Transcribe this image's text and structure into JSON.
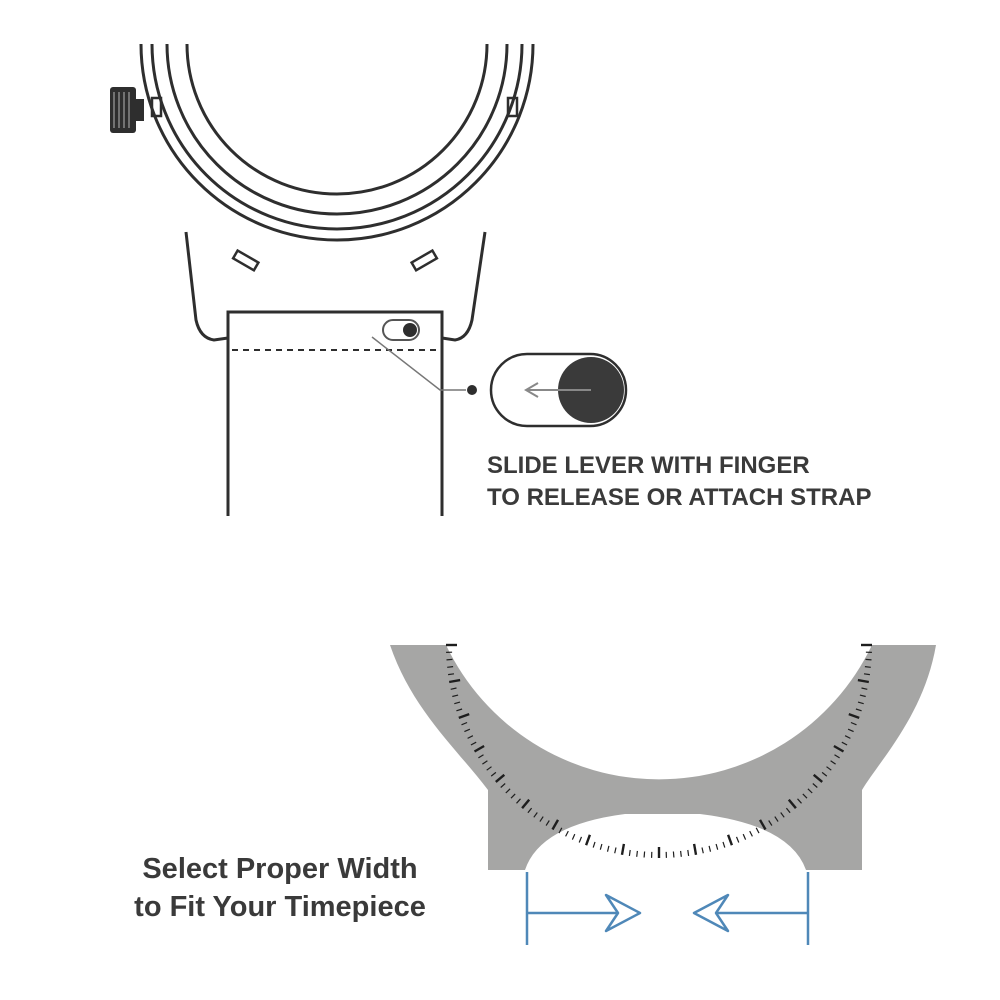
{
  "instructions": {
    "lever_line1": "SLIDE LEVER WITH FINGER",
    "lever_line2": "TO RELEASE OR ATTACH STRAP"
  },
  "width_guide": {
    "line1": "Select Proper Width",
    "line2": "to Fit Your Timepiece"
  },
  "colors": {
    "outline": "#2e2e2e",
    "case_gray": "#a6a6a5",
    "lever_knob": "#3a3a3a",
    "arrow_blue": "#4f88b8",
    "text": "#3a3a3a"
  },
  "icons": [
    "crown-icon",
    "lever-knob-icon",
    "arrow-right-icon",
    "arrow-left-icon"
  ]
}
